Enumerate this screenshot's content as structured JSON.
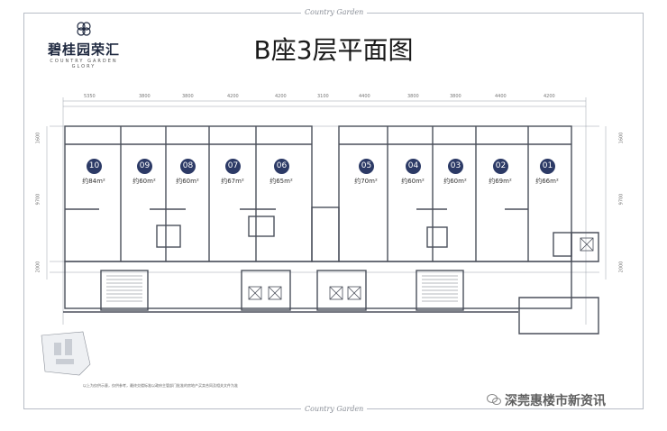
{
  "brand": {
    "name_zh": "碧桂园荣汇",
    "name_en": "COUNTRY GARDEN",
    "sub_en": "GLORY"
  },
  "frame_script": "Country Garden",
  "title": "B座3层平面图",
  "dimensions_top": [
    "5350",
    "3800",
    "3800",
    "4200",
    "4200",
    "3100",
    "4400",
    "3800",
    "3800",
    "4400",
    "4200"
  ],
  "dimensions_side": [
    "1600",
    "9700",
    "2000"
  ],
  "units": [
    {
      "id": "10",
      "area": "约84m²"
    },
    {
      "id": "09",
      "area": "约60m²"
    },
    {
      "id": "08",
      "area": "约60m²"
    },
    {
      "id": "07",
      "area": "约67m²"
    },
    {
      "id": "06",
      "area": "约65m²"
    },
    {
      "id": "05",
      "area": "约70m²"
    },
    {
      "id": "04",
      "area": "约60m²"
    },
    {
      "id": "03",
      "area": "约60m²"
    },
    {
      "id": "02",
      "area": "约69m²"
    },
    {
      "id": "01",
      "area": "约66m²"
    }
  ],
  "note": "以上为仅供示意，仅供参考，最终交楼标准以政府主管部门批准的房地产买卖合同及相关文件为准",
  "watermark": "深莞惠楼市新资讯",
  "colors": {
    "unit_badge": "#2c3a66",
    "wall": "#4a4f5a",
    "frame": "#b7bcc6"
  }
}
